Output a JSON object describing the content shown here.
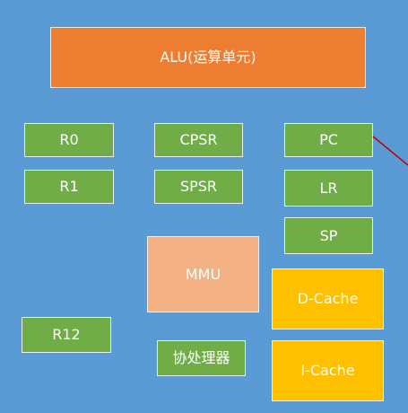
{
  "colors": {
    "background": "#5b9bd5",
    "alu": "#ed7d31",
    "register": "#70ad47",
    "mmu": "#f4b183",
    "cache": "#ffc000",
    "connector": "#c00000"
  },
  "diagram": {
    "alu": "ALU(运算单元)",
    "registers": {
      "r0": "R0",
      "r1": "R1",
      "r12": "R12",
      "cpsr": "CPSR",
      "spsr": "SPSR",
      "pc": "PC",
      "lr": "LR",
      "sp": "SP"
    },
    "mmu": "MMU",
    "coprocessor": "协处理器",
    "d_cache": "D-Cache",
    "i_cache": "I-Cache"
  }
}
